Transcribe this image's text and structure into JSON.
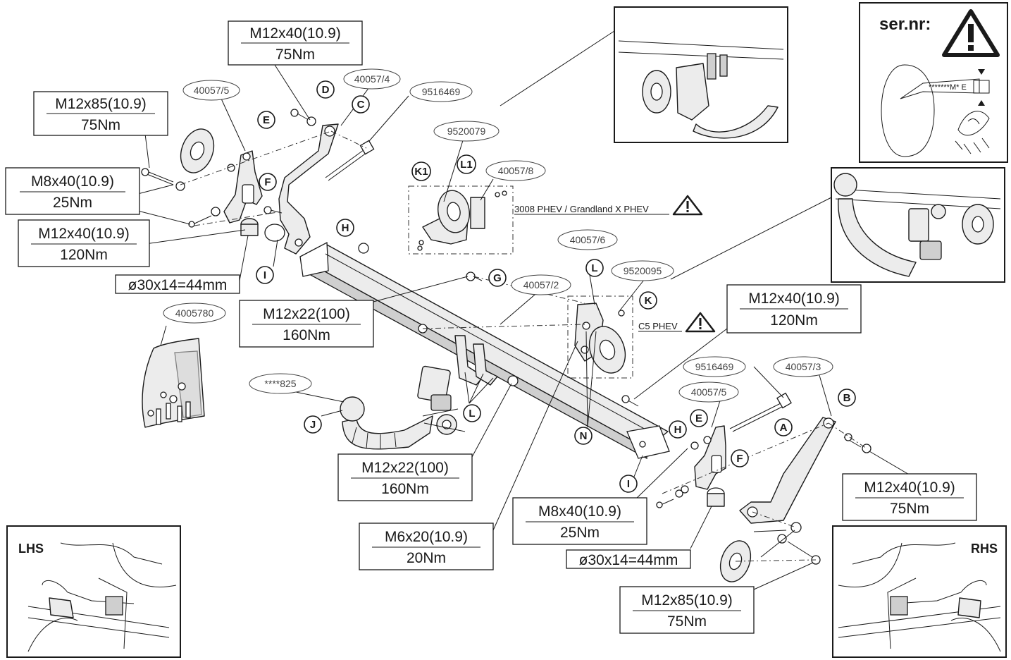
{
  "bolt_specs": {
    "top_m12x40_75": [
      "M12x40(10.9)",
      "75Nm"
    ],
    "m12x85_left": [
      "M12x85(10.9)",
      "75Nm"
    ],
    "m8x40_left": [
      "M8x40(10.9)",
      "25Nm"
    ],
    "m12x40_120_left": [
      "M12x40(10.9)",
      "120Nm"
    ],
    "spacer_left": "ø30x14=44mm",
    "m12x22_upper": [
      "M12x22(100)",
      "160Nm"
    ],
    "m12x22_lower": [
      "M12x22(100)",
      "160Nm"
    ],
    "m6x20": [
      "M6x20(10.9)",
      "20Nm"
    ],
    "m8x40_right": [
      "M8x40(10.9)",
      "25Nm"
    ],
    "spacer_right": "ø30x14=44mm",
    "m12x85_right": [
      "M12x85(10.9)",
      "75Nm"
    ],
    "m12x40_120_right": [
      "M12x40(10.9)",
      "120Nm"
    ],
    "m12x40_75_right": [
      "M12x40(10.9)",
      "75Nm"
    ]
  },
  "part_numbers": {
    "p40057_5_left": "40057/5",
    "p40057_4": "40057/4",
    "p9516469_top": "9516469",
    "p9520079": "9520079",
    "p40057_8": "40057/8",
    "p4005780": "4005780",
    "p825": "****825",
    "p40057_2": "40057/2",
    "p40057_6": "40057/6",
    "p9520095": "9520095",
    "p9516469_right": "9516469",
    "p40057_3": "40057/3",
    "p40057_5_right": "40057/5"
  },
  "letters": {
    "D": "D",
    "C": "C",
    "E": "E",
    "F": "F",
    "H": "H",
    "I": "I",
    "K1": "K1",
    "L1": "L1",
    "G": "G",
    "J": "J",
    "L": "L",
    "K": "K",
    "N": "N",
    "B": "B",
    "A": "A"
  },
  "notes": {
    "phev_3008": "3008 PHEV / Grandland X PHEV",
    "phev_c5": "C5 PHEV"
  },
  "serial_panel": {
    "title": "ser.nr:",
    "code": "*******M* E"
  },
  "side_views": {
    "lhs": "LHS",
    "rhs": "RHS"
  }
}
